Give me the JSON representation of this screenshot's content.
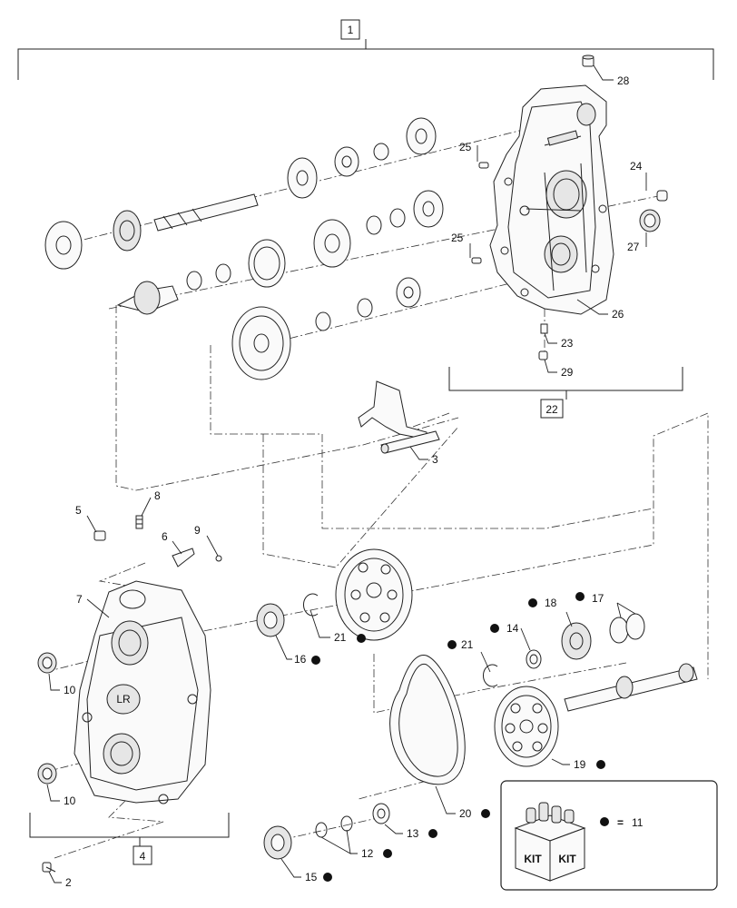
{
  "groups": [
    {
      "id": "g1",
      "label": "1"
    },
    {
      "id": "g22",
      "label": "22"
    },
    {
      "id": "g4",
      "label": "4"
    }
  ],
  "callouts": {
    "c28": "28",
    "c25a": "25",
    "c24": "24",
    "c25b": "25",
    "c27": "27",
    "c26": "26",
    "c23": "23",
    "c29": "29",
    "c3": "3",
    "c5": "5",
    "c8": "8",
    "c6": "6",
    "c9": "9",
    "c7": "7",
    "c10a": "10",
    "c10b": "10",
    "c2": "2",
    "c16": "16",
    "c21a": "21",
    "c21b": "21",
    "c14": "14",
    "c18": "18",
    "c17": "17",
    "c19": "19",
    "c20": "20",
    "c13": "13",
    "c12": "12",
    "c15": "15"
  },
  "kit": {
    "box_text_left": "KIT",
    "box_text_right": "KIT",
    "equals": "=",
    "ref": "11"
  },
  "hub_logo": "LR",
  "colors": {
    "line": "#222222",
    "fill": "#fafafa",
    "bullet": "#111111"
  }
}
